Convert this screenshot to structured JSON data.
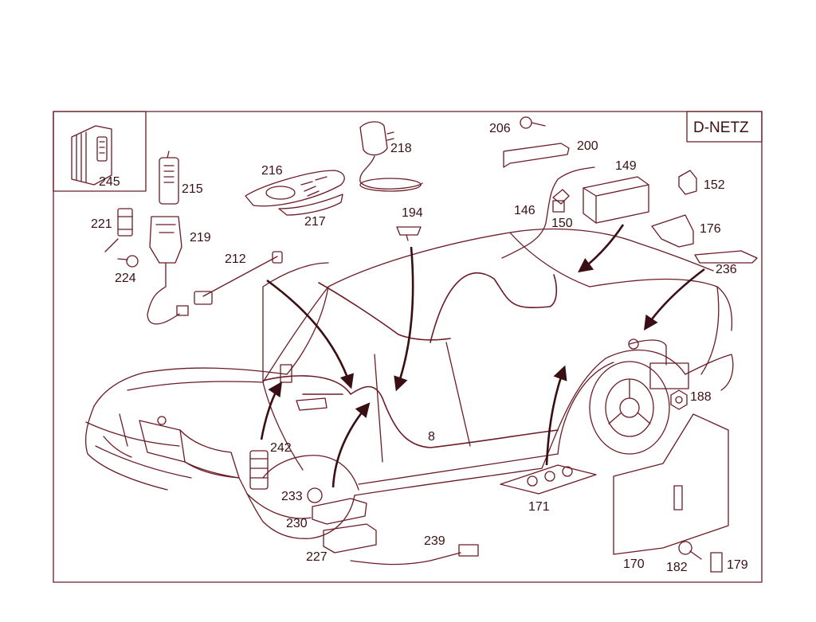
{
  "title": "D-NETZ",
  "colors": {
    "line": "#6b1b26",
    "text": "#3a0f14",
    "background": "#ffffff"
  },
  "parts": [
    {
      "id": "p245",
      "name": "245"
    },
    {
      "id": "p215",
      "name": "215"
    },
    {
      "id": "p221",
      "name": "221"
    },
    {
      "id": "p219",
      "name": "219"
    },
    {
      "id": "p224",
      "name": "224"
    },
    {
      "id": "p212",
      "name": "212"
    },
    {
      "id": "p216",
      "name": "216"
    },
    {
      "id": "p217",
      "name": "217"
    },
    {
      "id": "p218",
      "name": "218"
    },
    {
      "id": "p194",
      "name": "194"
    },
    {
      "id": "p206",
      "name": "206"
    },
    {
      "id": "p200",
      "name": "200"
    },
    {
      "id": "p149",
      "name": "149"
    },
    {
      "id": "p146",
      "name": "146"
    },
    {
      "id": "p150",
      "name": "150"
    },
    {
      "id": "p152",
      "name": "152"
    },
    {
      "id": "p176",
      "name": "176"
    },
    {
      "id": "p236",
      "name": "236"
    },
    {
      "id": "p188",
      "name": "188"
    },
    {
      "id": "p8",
      "name": "8"
    },
    {
      "id": "p242",
      "name": "242"
    },
    {
      "id": "p233",
      "name": "233"
    },
    {
      "id": "p230",
      "name": "230"
    },
    {
      "id": "p239",
      "name": "239"
    },
    {
      "id": "p227",
      "name": "227"
    },
    {
      "id": "p171",
      "name": "171"
    },
    {
      "id": "p170",
      "name": "170"
    },
    {
      "id": "p182",
      "name": "182"
    },
    {
      "id": "p179",
      "name": "179"
    }
  ]
}
